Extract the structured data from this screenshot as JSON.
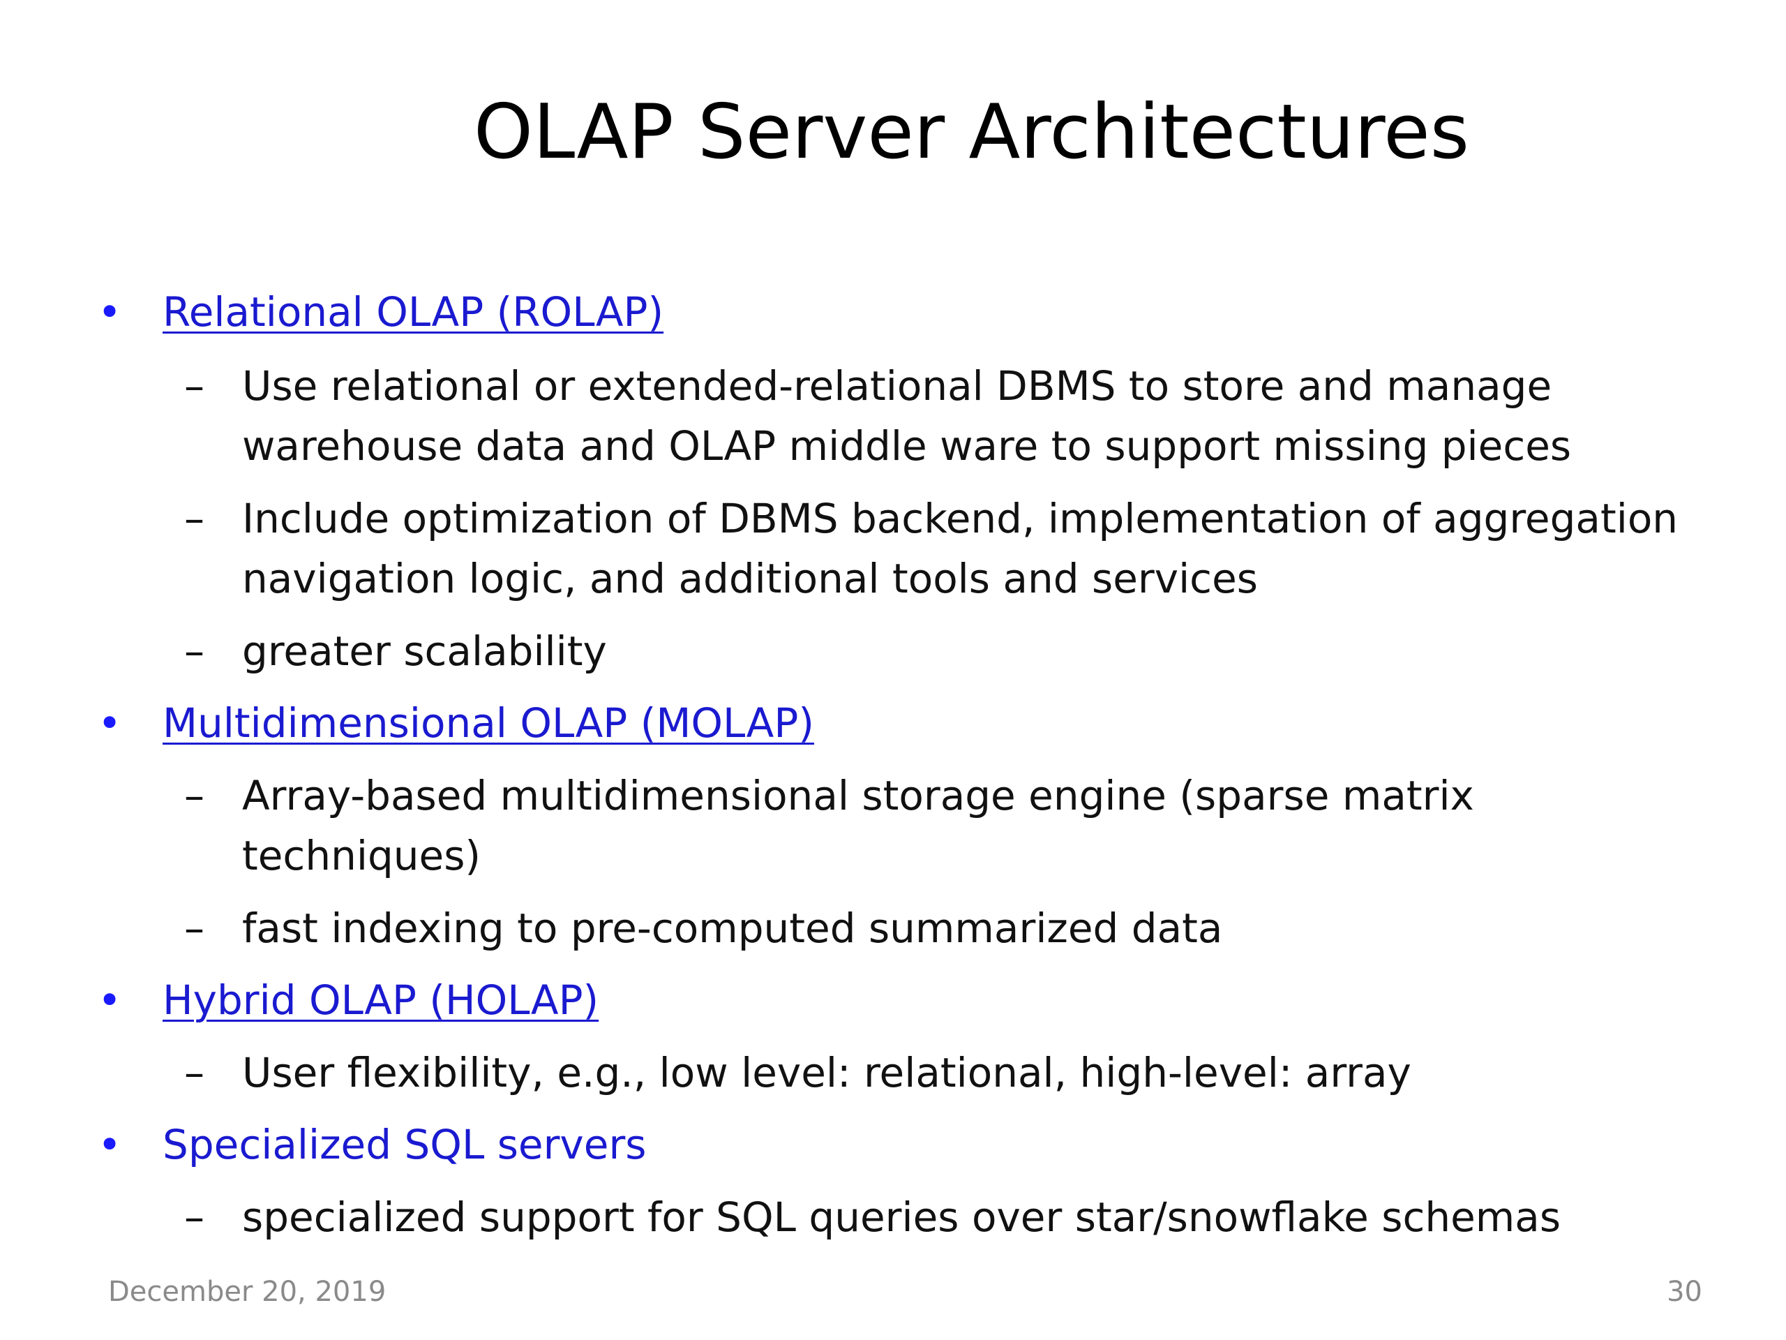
{
  "slide": {
    "title": "OLAP Server Architectures",
    "sections": [
      {
        "heading": "Relational OLAP (ROLAP)",
        "points": [
          [
            "Use relational or extended-relational DBMS to store and manage",
            "warehouse data and OLAP middle ware to support missing pieces"
          ],
          [
            "Include optimization of DBMS backend, implementation of aggregation",
            "navigation logic, and additional tools and services"
          ],
          [
            "greater scalability"
          ]
        ]
      },
      {
        "heading": "Multidimensional OLAP (MOLAP)",
        "points": [
          [
            "Array-based multidimensional storage engine (sparse matrix",
            "techniques)"
          ],
          [
            "fast indexing to pre-computed summarized data"
          ]
        ]
      },
      {
        "heading": "Hybrid OLAP (HOLAP)",
        "points": [
          [
            "User flexibility, e.g., low level: relational, high-level: array"
          ]
        ]
      },
      {
        "heading": "Specialized SQL servers",
        "points": [
          [
            "specialized support for SQL queries over star/snowflake schemas"
          ]
        ]
      }
    ],
    "bullet_glyph": "•",
    "dash_glyph": "–",
    "date": "December 20, 2019",
    "page_number": "30"
  },
  "colors": {
    "link": "#1a1ad0",
    "bullet": "#1a1aff",
    "text": "#111111",
    "footer": "#8a8a8a"
  }
}
